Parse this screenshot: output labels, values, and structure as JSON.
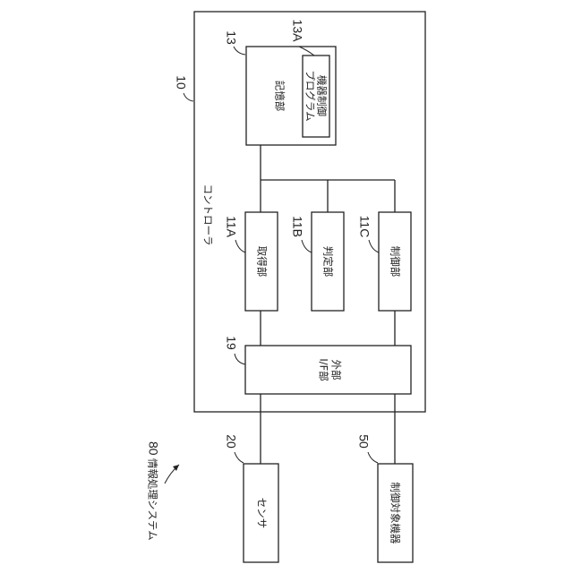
{
  "system": {
    "number": "80",
    "label": "情報処理システム"
  },
  "controller": {
    "number": "10",
    "label": "コントローラ"
  },
  "storage": {
    "number": "13",
    "label": "記憶部"
  },
  "program": {
    "number": "13A",
    "label_line1": "機器制御",
    "label_line2": "プログラム"
  },
  "acquisition": {
    "number": "11A",
    "label": "取得部"
  },
  "judgment": {
    "number": "11B",
    "label": "判定部"
  },
  "control": {
    "number": "11C",
    "label": "制御部"
  },
  "external_if": {
    "number": "19",
    "label_line1": "外部",
    "label_line2": "I/F部"
  },
  "sensor": {
    "number": "20",
    "label": "センサ"
  },
  "device": {
    "number": "50",
    "label": "制御対象機器"
  }
}
